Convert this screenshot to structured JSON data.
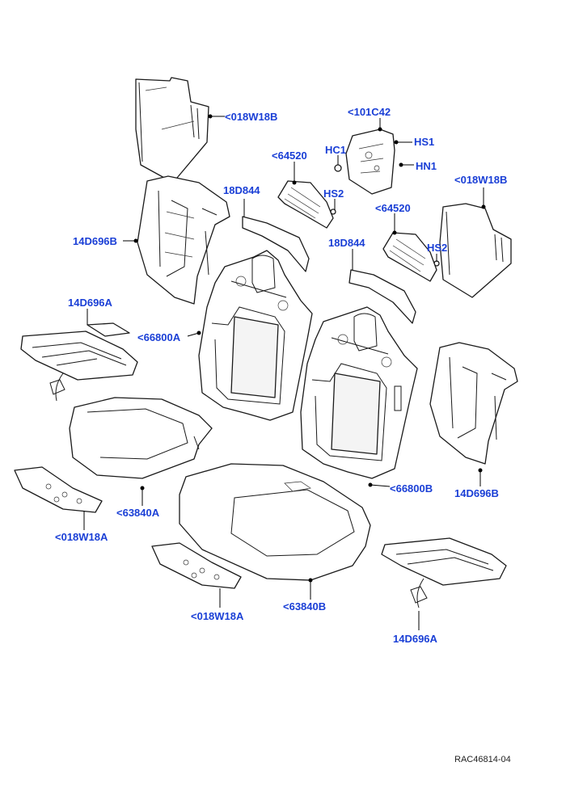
{
  "colors": {
    "callout": "#1a3fd6",
    "line": "#1a1a1a",
    "background": "#ffffff"
  },
  "callouts": [
    {
      "id": "c1",
      "label": "<018W18B"
    },
    {
      "id": "c2",
      "label": "<101C42"
    },
    {
      "id": "c3",
      "label": "HS1"
    },
    {
      "id": "c4",
      "label": "HC1"
    },
    {
      "id": "c5",
      "label": "<64520"
    },
    {
      "id": "c6",
      "label": "HN1"
    },
    {
      "id": "c7",
      "label": "<018W18B"
    },
    {
      "id": "c8",
      "label": "18D844"
    },
    {
      "id": "c9",
      "label": "HS2"
    },
    {
      "id": "c10",
      "label": "<64520"
    },
    {
      "id": "c11",
      "label": "14D696B"
    },
    {
      "id": "c12",
      "label": "18D844"
    },
    {
      "id": "c13",
      "label": "HS2"
    },
    {
      "id": "c14",
      "label": "14D696A"
    },
    {
      "id": "c15",
      "label": "<66800A"
    },
    {
      "id": "c16",
      "label": "<66800B"
    },
    {
      "id": "c17",
      "label": "14D696B"
    },
    {
      "id": "c18",
      "label": "<63840A"
    },
    {
      "id": "c19",
      "label": "<018W18A"
    },
    {
      "id": "c20",
      "label": "<018W18A"
    },
    {
      "id": "c21",
      "label": "<63840B"
    },
    {
      "id": "c22",
      "label": "14D696A"
    }
  ],
  "reference_code": "RAC46814-04"
}
